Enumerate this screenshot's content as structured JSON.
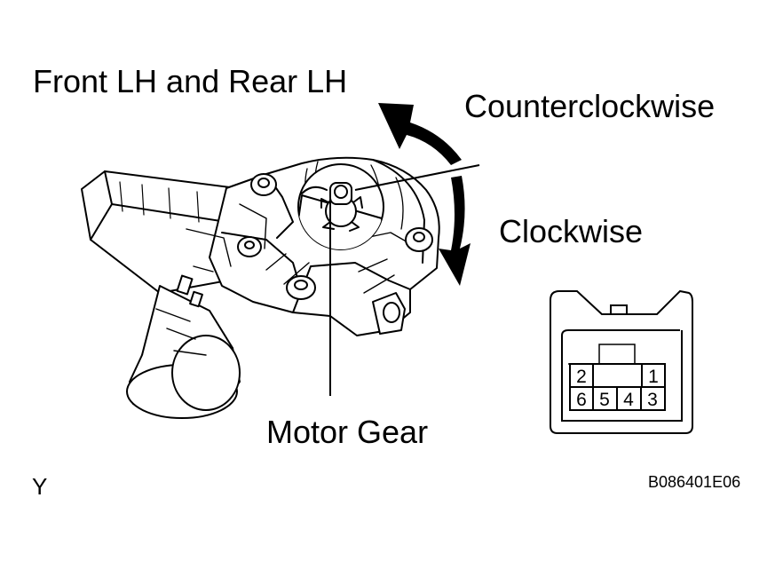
{
  "title": "Front LH and Rear LH",
  "labels": {
    "counterclockwise": "Counterclockwise",
    "clockwise": "Clockwise",
    "motor_gear": "Motor Gear"
  },
  "connector": {
    "top_row": [
      "2",
      "1"
    ],
    "bottom_row": [
      "6",
      "5",
      "4",
      "3"
    ]
  },
  "corner_mark": "Y",
  "figure_code": "B086401E06"
}
